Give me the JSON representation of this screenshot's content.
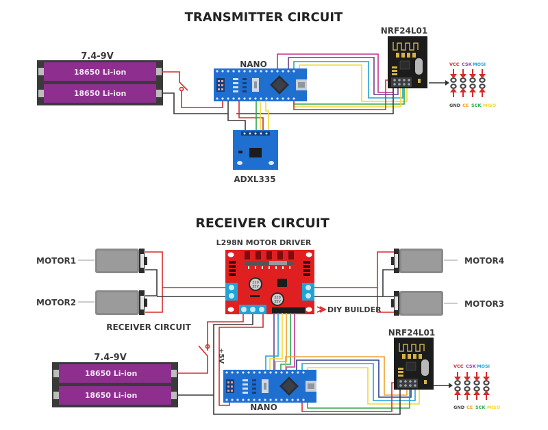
{
  "transmitter": {
    "title": "TRANSMITTER CIRCUIT",
    "battery_voltage": "7.4-9V",
    "cells": [
      "18650 Li-ion",
      "18650 Li-ion"
    ],
    "nano_label": "NANO",
    "accelerometer_label": "ADXL335",
    "radio_label": "NRF24L01",
    "pinout": {
      "top": [
        {
          "name": "VCC",
          "color": "#d62b2b"
        },
        {
          "name": "CSK",
          "color": "#8e3fa8"
        },
        {
          "name": "MOSI",
          "color": "#1fa3d8"
        },
        {
          "name": "",
          "color": "#d62b2b"
        }
      ],
      "bottom": [
        {
          "name": "GND",
          "color": "#444444"
        },
        {
          "name": "CE",
          "color": "#f0a030"
        },
        {
          "name": "SCK",
          "color": "#2aa84a"
        },
        {
          "name": "MISO",
          "color": "#f2d835"
        }
      ]
    }
  },
  "receiver": {
    "title": "RECEIVER CIRCUIT",
    "driver_label": "L298N MOTOR DRIVER",
    "motors": [
      "MOTOR1",
      "MOTOR2",
      "MOTOR4",
      "MOTOR3"
    ],
    "subtitle": "RECEIVER CIRCUIT",
    "brand": "DIY BUILDER",
    "supply_label": "+5V",
    "battery_voltage": "7.4-9V",
    "cells": [
      "18650 Li-ion",
      "18650 Li-ion"
    ],
    "nano_label": "NANO",
    "radio_label": "NRF24L01",
    "pinout": {
      "top": [
        {
          "name": "VCC",
          "color": "#d62b2b"
        },
        {
          "name": "CSK",
          "color": "#8e3fa8"
        },
        {
          "name": "MOSI",
          "color": "#1fa3d8"
        },
        {
          "name": "",
          "color": "#d62b2b"
        }
      ],
      "bottom": [
        {
          "name": "GND",
          "color": "#444444"
        },
        {
          "name": "CE",
          "color": "#f0a030"
        },
        {
          "name": "SCK",
          "color": "#2aa84a"
        },
        {
          "name": "MISO",
          "color": "#f2d835"
        }
      ]
    },
    "capacitor_text": [
      "220",
      "35V"
    ]
  },
  "colors": {
    "wire_red": "#d62b2b",
    "wire_black": "#3a3a3a",
    "wire_green": "#2aa84a",
    "wire_yellow": "#f2d835",
    "wire_magenta": "#c2308f",
    "wire_purple": "#6a3d8f",
    "wire_cyan": "#1fa3d8",
    "wire_orange": "#f0a030",
    "wire_navy": "#2b3f8f",
    "battery": "#8e2f8f",
    "nano_board": "#1f6fd1",
    "driver_board": "#e02020",
    "radio_board": "#1c1c1c"
  }
}
